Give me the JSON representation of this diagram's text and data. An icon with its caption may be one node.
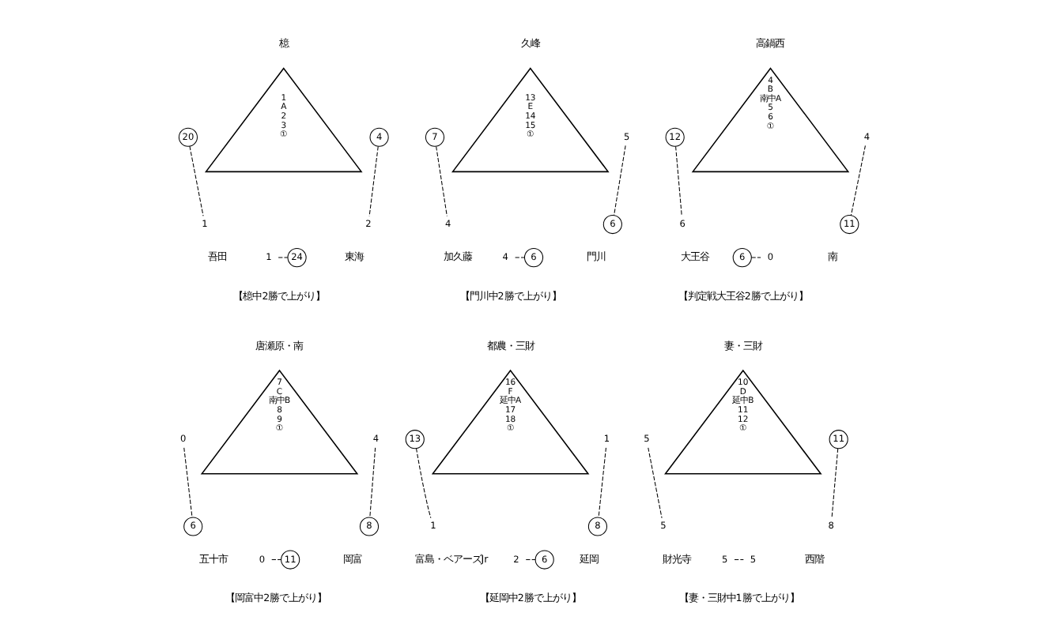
{
  "diagram": {
    "nodes": [
      {
        "text": [
          "1",
          "A",
          "2",
          "3",
          "①"
        ]
      },
      {
        "text": [
          "20"
        ]
      },
      {
        "text": [
          "4"
        ]
      },
      {
        "text": [
          "1"
        ]
      },
      {
        "text": [
          "2"
        ]
      },
      {
        "text": [
          "1"
        ]
      },
      {
        "text": [
          "24"
        ]
      },
      {
        "text": [
          "13",
          "E",
          "14",
          "15",
          "①"
        ]
      },
      {
        "text": [
          "7"
        ]
      },
      {
        "text": [
          "5"
        ]
      },
      {
        "text": [
          "4"
        ]
      },
      {
        "text": [
          "6"
        ]
      },
      {
        "text": [
          "4"
        ]
      },
      {
        "text": [
          "6"
        ]
      },
      {
        "text": [
          "4",
          "B",
          "南中A",
          "5",
          "6",
          "①"
        ]
      },
      {
        "text": [
          "12"
        ]
      },
      {
        "text": [
          "4"
        ]
      },
      {
        "text": [
          "6"
        ]
      },
      {
        "text": [
          "11"
        ]
      },
      {
        "text": [
          "6"
        ]
      },
      {
        "text": [
          "0"
        ]
      },
      {
        "text": [
          "7",
          "C",
          "南中B",
          "8",
          "9",
          "①"
        ]
      },
      {
        "text": [
          "0"
        ]
      },
      {
        "text": [
          "4"
        ]
      },
      {
        "text": [
          "6"
        ]
      },
      {
        "text": [
          "8"
        ]
      },
      {
        "text": [
          "0"
        ]
      },
      {
        "text": [
          "11"
        ]
      },
      {
        "text": [
          "16",
          "F",
          "延中A",
          "17",
          "18",
          "①"
        ]
      },
      {
        "text": [
          "13"
        ]
      },
      {
        "text": [
          "1"
        ]
      },
      {
        "text": [
          "1"
        ]
      },
      {
        "text": [
          "8"
        ]
      },
      {
        "text": [
          "2"
        ]
      },
      {
        "text": [
          "6"
        ]
      },
      {
        "text": [
          "10",
          "D",
          "延中B",
          "11",
          "12",
          "①"
        ]
      },
      {
        "text": [
          "5"
        ]
      },
      {
        "text": [
          "11"
        ]
      },
      {
        "text": [
          "5"
        ]
      },
      {
        "text": [
          "8"
        ]
      },
      {
        "text": [
          "5"
        ]
      },
      {
        "text": [
          "5"
        ]
      }
    ],
    "edges": [
      {
        "from": 1,
        "to": 3,
        "arrow": "none",
        "style": "dashed"
      },
      {
        "from": 2,
        "to": 4,
        "arrow": "none",
        "style": "dashed"
      },
      {
        "from": 5,
        "to": 6,
        "arrow": "none",
        "style": "dashed"
      },
      {
        "from": 8,
        "to": 10,
        "arrow": "none",
        "style": "dashed"
      },
      {
        "from": 9,
        "to": 11,
        "arrow": "none",
        "style": "dashed"
      },
      {
        "from": 12,
        "to": 13,
        "arrow": "none",
        "style": "dashed"
      },
      {
        "from": 15,
        "to": 17,
        "arrow": "none",
        "style": "dashed"
      },
      {
        "from": 16,
        "to": 18,
        "arrow": "none",
        "style": "dashed"
      },
      {
        "from": 19,
        "to": 20,
        "arrow": "none",
        "style": "dashed"
      },
      {
        "from": 22,
        "to": 24,
        "arrow": "none",
        "style": "dashed"
      },
      {
        "from": 23,
        "to": 25,
        "arrow": "none",
        "style": "dashed"
      },
      {
        "from": 26,
        "to": 27,
        "arrow": "none",
        "style": "dashed"
      },
      {
        "from": 29,
        "to": 31,
        "arrow": "none",
        "style": "dashed"
      },
      {
        "from": 30,
        "to": 32,
        "arrow": "none",
        "style": "dashed"
      },
      {
        "from": 33,
        "to": 34,
        "arrow": "none",
        "style": "dashed"
      },
      {
        "from": 36,
        "to": 38,
        "arrow": "none",
        "style": "dashed"
      },
      {
        "from": 37,
        "to": 39,
        "arrow": "none",
        "style": "dashed"
      },
      {
        "from": 40,
        "to": 41,
        "arrow": "none",
        "style": "dashed"
      }
    ],
    "labels": [
      "檍",
      "吾田",
      "東海",
      "【檍中2勝で上がり】",
      "久峰",
      "加久藤",
      "門川",
      "【門川中2勝で上がり】",
      "高鍋西",
      "大王谷",
      "南",
      "【判定戦大王谷2勝で上がり】",
      "唐瀬原・南",
      "五十市",
      "岡富",
      "【岡富中2勝で上がり】",
      "都農・三財",
      "富島・ベアーズJr",
      "延岡",
      "【延岡中2勝で上がり】",
      "妻・三財",
      "財光寺",
      "西階",
      "【妻・三財中1勝で上がり】"
    ]
  }
}
